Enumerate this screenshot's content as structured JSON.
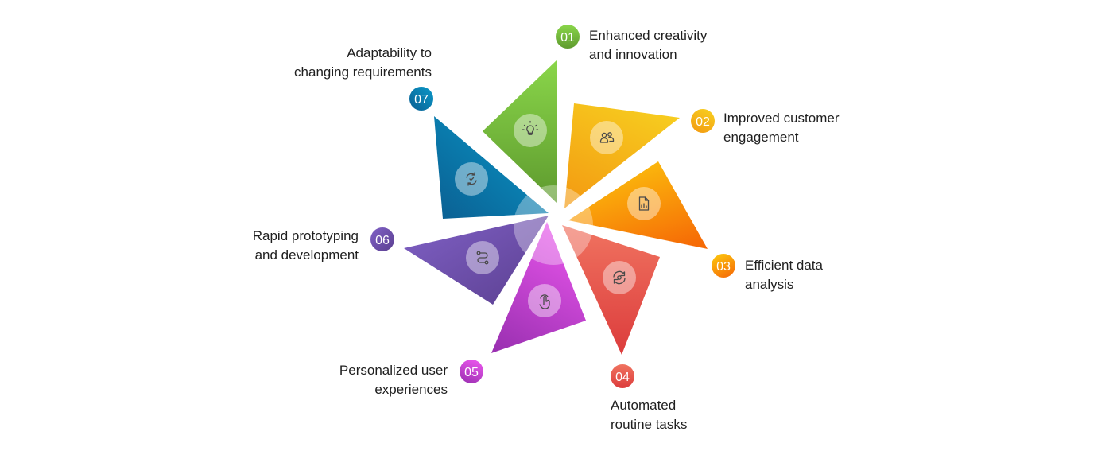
{
  "diagram": {
    "items": [
      {
        "number": "01",
        "line1": "Enhanced creativity",
        "line2": "and innovation",
        "icon": "lightbulb-icon",
        "color_light": "#8ad64a",
        "color_dark": "#5e9a2e"
      },
      {
        "number": "02",
        "line1": "Improved customer",
        "line2": "engagement",
        "icon": "users-icon",
        "color_light": "#f7cc1f",
        "color_dark": "#f39c12"
      },
      {
        "number": "03",
        "line1": "Efficient data",
        "line2": "analysis",
        "icon": "report-icon",
        "color_light": "#fcc20d",
        "color_dark": "#f66b06"
      },
      {
        "number": "04",
        "line1": "Automated",
        "line2": "routine tasks",
        "icon": "refresh-gear-icon",
        "color_light": "#f07360",
        "color_dark": "#dc3c3c"
      },
      {
        "number": "05",
        "line1": "Personalized user",
        "line2": "experiences",
        "icon": "hand-pointer-icon",
        "color_light": "#e453e8",
        "color_dark": "#9a30b1"
      },
      {
        "number": "06",
        "line1": "Rapid prototyping",
        "line2": "and development",
        "icon": "route-icon",
        "color_light": "#8061c6",
        "color_dark": "#5b3f90"
      },
      {
        "number": "07",
        "line1": "Adaptability to",
        "line2": "changing requirements",
        "icon": "sync-icon",
        "color_light": "#0999c9",
        "color_dark": "#0b5f92"
      }
    ]
  }
}
